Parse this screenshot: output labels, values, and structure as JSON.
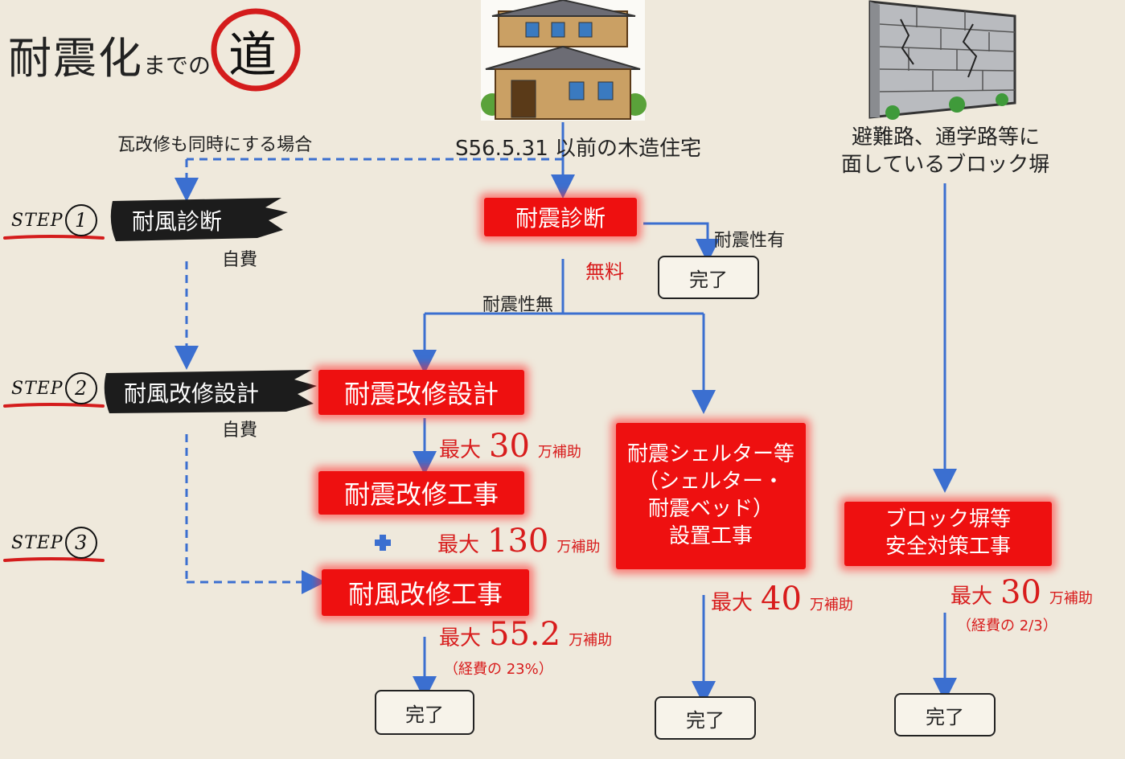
{
  "title": {
    "main": "耐震化",
    "small": "までの",
    "circle_char": "道"
  },
  "sources": {
    "house_label": "S56.5.31 以前の木造住宅",
    "wall_label_line1": "避難路、通学路等に",
    "wall_label_line2": "面しているブロック塀"
  },
  "steps": [
    {
      "word": "STEP",
      "num": "1"
    },
    {
      "word": "STEP",
      "num": "2"
    },
    {
      "word": "STEP",
      "num": "3"
    }
  ],
  "left_branch": {
    "condition": "瓦改修も同時にする場合",
    "wind_diagnosis": "耐風診断",
    "self_pay_1": "自費",
    "wind_design": "耐風改修設計",
    "self_pay_2": "自費"
  },
  "center": {
    "seismic_diagnosis": "耐震診断",
    "free": "無料",
    "has_resistance": "耐震性有",
    "no_resistance": "耐震性無",
    "seismic_design": "耐震改修設計",
    "seismic_work": "耐震改修工事",
    "wind_work": "耐風改修工事",
    "shelter_line1": "耐震シェルター等",
    "shelter_line2": "（シェルター・",
    "shelter_line3": "耐震ベッド）",
    "shelter_line4": "設置工事",
    "block_line1": "ブロック塀等",
    "block_line2": "安全対策工事"
  },
  "subsidies": {
    "pre": "最大",
    "post": "万補助",
    "design_amount": "30",
    "work_amount": "130",
    "wind_amount": "55.2",
    "wind_note": "（経費の 23%）",
    "shelter_amount": "40",
    "block_amount": "30",
    "block_note": "（経費の 2/3）"
  },
  "done_label": "完了",
  "colors": {
    "accent_red": "#ee1010",
    "subsidy_red": "#d81c1c",
    "arrow_blue": "#3b6fd0",
    "background": "#efe9dc"
  },
  "icons": [
    "house-illustration",
    "cracked-block-wall-illustration",
    "plus-icon",
    "circle-brush-stroke"
  ]
}
